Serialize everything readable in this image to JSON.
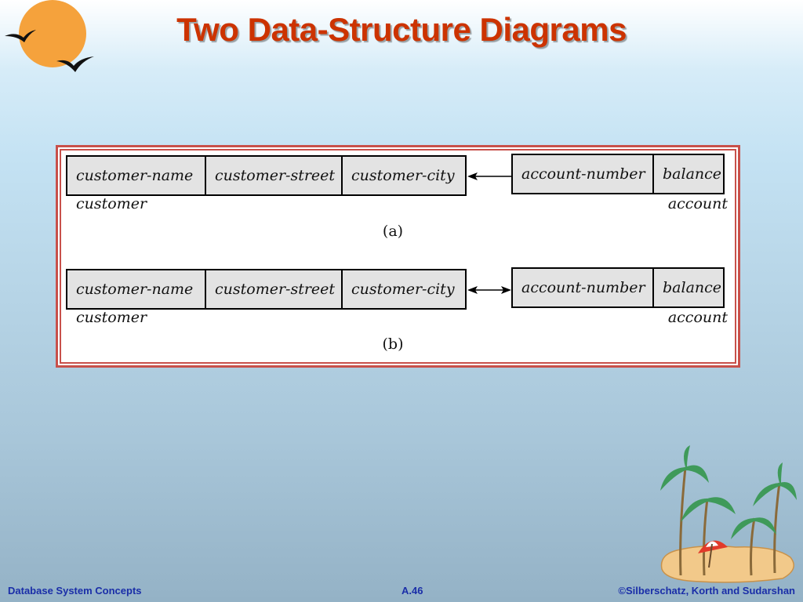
{
  "slide": {
    "title": "Two Data-Structure Diagrams"
  },
  "diagrams": [
    {
      "caption": "(a)",
      "left_record": {
        "label": "customer",
        "fields": [
          "customer-name",
          "customer-street",
          "customer-city"
        ]
      },
      "right_record": {
        "label": "account",
        "fields": [
          "account-number",
          "balance"
        ]
      },
      "link": "single-arrow-left"
    },
    {
      "caption": "(b)",
      "left_record": {
        "label": "customer",
        "fields": [
          "customer-name",
          "customer-street",
          "customer-city"
        ]
      },
      "right_record": {
        "label": "account",
        "fields": [
          "account-number",
          "balance"
        ]
      },
      "link": "double-arrow"
    }
  ],
  "footer": {
    "left": "Database System Concepts",
    "center": "A.46",
    "right": "©Silberschatz, Korth and Sudarshan"
  },
  "colors": {
    "title": "#cc3300",
    "frame": "#c8504a",
    "footer": "#1a2ea8"
  }
}
